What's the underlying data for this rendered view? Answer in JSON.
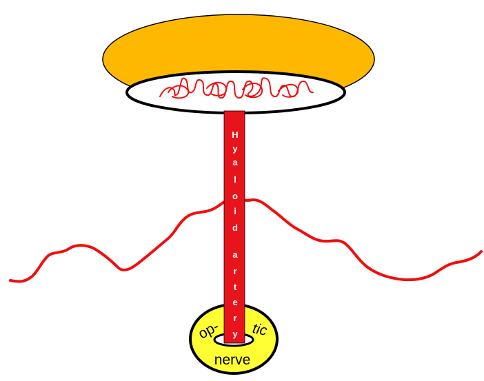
{
  "diagram": {
    "artery_letters": [
      "H",
      "y",
      "a",
      "l",
      "o",
      "i",
      "d",
      "a",
      "r",
      "t",
      "e",
      "r",
      "y"
    ],
    "nerve": {
      "word_1": "op-",
      "word_2": "tic",
      "word_3": "nerve"
    },
    "colors": {
      "lens_fill": "#FFB800",
      "artery_fill": "#E8141B",
      "vessel_stroke": "#F20D0D",
      "nerve_fill": "#FFFF33",
      "outline": "#000000",
      "inner_disc": "#FFFFFF"
    }
  }
}
